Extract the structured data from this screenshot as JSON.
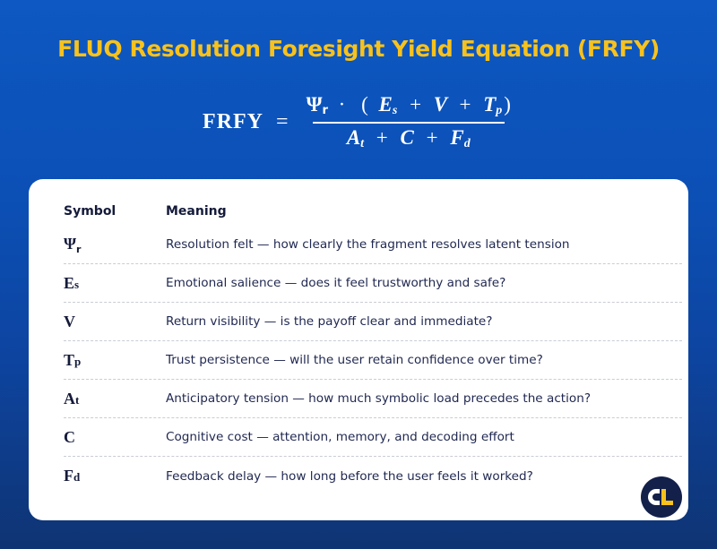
{
  "header": {
    "title": "FLUQ Resolution Foresight Yield Equation (FRFY)"
  },
  "formula": {
    "lhs": "FRFY",
    "equals": "=",
    "numerator": {
      "psi": "Ψ",
      "psi_sub": "r",
      "dot": "·",
      "open_paren": "(",
      "e": "E",
      "e_sub": "s",
      "plus1": "+",
      "v": "V",
      "plus2": "+",
      "t": "T",
      "t_sub": "p",
      "close_paren": ")"
    },
    "denominator": {
      "a": "A",
      "a_sub": "t",
      "plus1": "+",
      "c": "C",
      "plus2": "+",
      "f": "F",
      "f_sub": "d"
    }
  },
  "table": {
    "columns": [
      "Symbol",
      "Meaning"
    ],
    "rows": [
      {
        "symbol": "Ψ",
        "sub": "r",
        "meaning": "Resolution felt — how clearly the fragment resolves latent tension"
      },
      {
        "symbol": "E",
        "sub": "s",
        "meaning": "Emotional salience — does it feel trustworthy and safe?"
      },
      {
        "symbol": "V",
        "sub": "",
        "meaning": "Return visibility — is the payoff clear and immediate?"
      },
      {
        "symbol": "T",
        "sub": "p",
        "meaning": "Trust persistence — will the user retain confidence over time?"
      },
      {
        "symbol": "A",
        "sub": "t",
        "meaning": "Anticipatory tension — how much symbolic load precedes the action?"
      },
      {
        "symbol": "C",
        "sub": "",
        "meaning": "Cognitive cost — attention, memory, and decoding effort"
      },
      {
        "symbol": "F",
        "sub": "d",
        "meaning": "Feedback delay — how long before the user feels it worked?"
      }
    ]
  },
  "logo": {
    "letters": "CL",
    "colors": {
      "background": "#12204a",
      "c": "#ffffff",
      "l": "#f8c21c"
    }
  },
  "colors": {
    "title": "#f8c21c",
    "background_top": "#0d58c2",
    "background_bottom": "#0f3473",
    "card": "#ffffff",
    "text": "#141a3a"
  }
}
